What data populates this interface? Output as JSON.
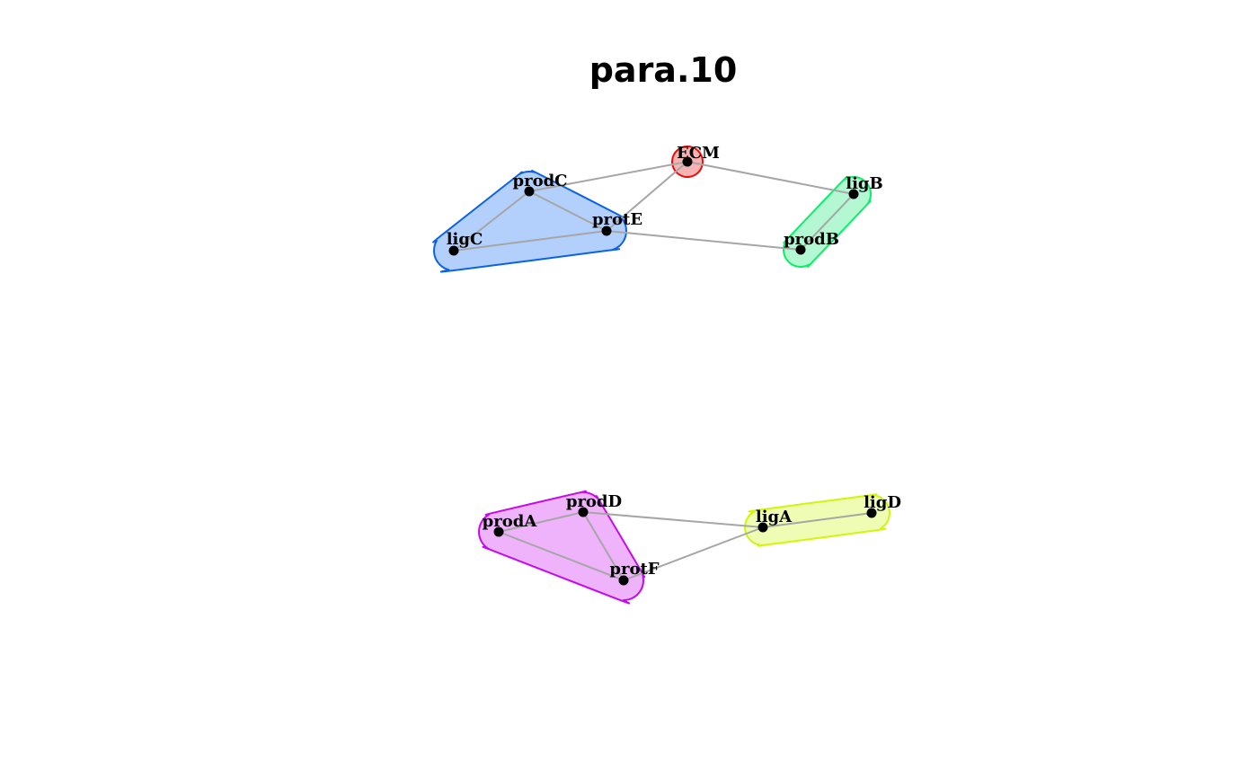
{
  "title": "para.10",
  "groups": [
    {
      "id": "blue",
      "fill": "#b3cffc",
      "stroke": "#0a63e6",
      "members": [
        "prodC",
        "ligC",
        "protE"
      ]
    },
    {
      "id": "red",
      "fill": "#f6b3b3",
      "stroke": "#ee0a0a",
      "members": [
        "ECM"
      ]
    },
    {
      "id": "green",
      "fill": "#b3f7d3",
      "stroke": "#0af066",
      "members": [
        "ligB",
        "prodB"
      ]
    },
    {
      "id": "magenta",
      "fill": "#eeb3fb",
      "stroke": "#c50aee",
      "members": [
        "prodA",
        "prodD",
        "protF"
      ]
    },
    {
      "id": "yellow",
      "fill": "#eefdb3",
      "stroke": "#d2f50a",
      "members": [
        "ligA",
        "ligD"
      ]
    }
  ],
  "nodes": [
    {
      "id": "ECM",
      "label": "ECM"
    },
    {
      "id": "prodC",
      "label": "prodC"
    },
    {
      "id": "protE",
      "label": "protE"
    },
    {
      "id": "ligC",
      "label": "ligC"
    },
    {
      "id": "ligB",
      "label": "ligB"
    },
    {
      "id": "prodB",
      "label": "prodB"
    },
    {
      "id": "prodD",
      "label": "prodD"
    },
    {
      "id": "prodA",
      "label": "prodA"
    },
    {
      "id": "protF",
      "label": "protF"
    },
    {
      "id": "ligA",
      "label": "ligA"
    },
    {
      "id": "ligD",
      "label": "ligD"
    }
  ],
  "edges": [
    [
      "prodC",
      "ECM"
    ],
    [
      "prodC",
      "ligC"
    ],
    [
      "prodC",
      "protE"
    ],
    [
      "ligC",
      "protE"
    ],
    [
      "protE",
      "ECM"
    ],
    [
      "protE",
      "prodB"
    ],
    [
      "ECM",
      "ligB"
    ],
    [
      "ligB",
      "prodB"
    ],
    [
      "prodA",
      "prodD"
    ],
    [
      "prodA",
      "protF"
    ],
    [
      "prodD",
      "protF"
    ],
    [
      "prodD",
      "ligA"
    ],
    [
      "protF",
      "ligA"
    ],
    [
      "ligA",
      "ligD"
    ]
  ],
  "edge_color": "#a6a6a6",
  "node_color": "#000000"
}
